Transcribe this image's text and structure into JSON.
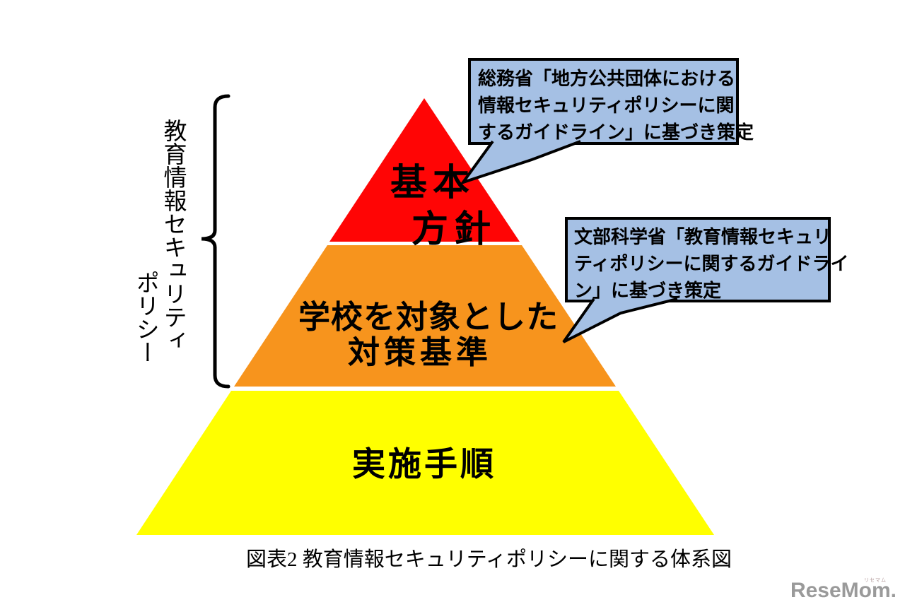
{
  "diagram": {
    "caption": "図表2 教育情報セキュリティポリシーに関する体系図",
    "side_label": {
      "column1": "教育情報セキュリティ",
      "column2": "ポリシー"
    },
    "pyramid": {
      "levels": [
        {
          "id": "basic-policy",
          "line1": "基本",
          "line2": "方針",
          "color": "#FF0505"
        },
        {
          "id": "school-standards",
          "line1": "学校を対象とした",
          "line2": "対策基準",
          "color": "#F7941D"
        },
        {
          "id": "implementation-procedures",
          "line1": "実施手順",
          "color": "#FFFF00"
        }
      ]
    },
    "callouts": [
      {
        "id": "soumu-guideline",
        "fill": "#A5C0E4",
        "line1": "総務省「地方公共団体における",
        "line2": "情報セキュリティポリシーに関",
        "line3": "するガイドライン」に基づき策定"
      },
      {
        "id": "mext-guideline",
        "fill": "#A5C0E4",
        "line1": "文部科学省「教育情報セキュリ",
        "line2": "ティポリシーに関するガイドライ",
        "line3": "ン」に基づき策定"
      }
    ],
    "logo": {
      "text": "ReseMom.",
      "ruby": "リセマム"
    }
  }
}
